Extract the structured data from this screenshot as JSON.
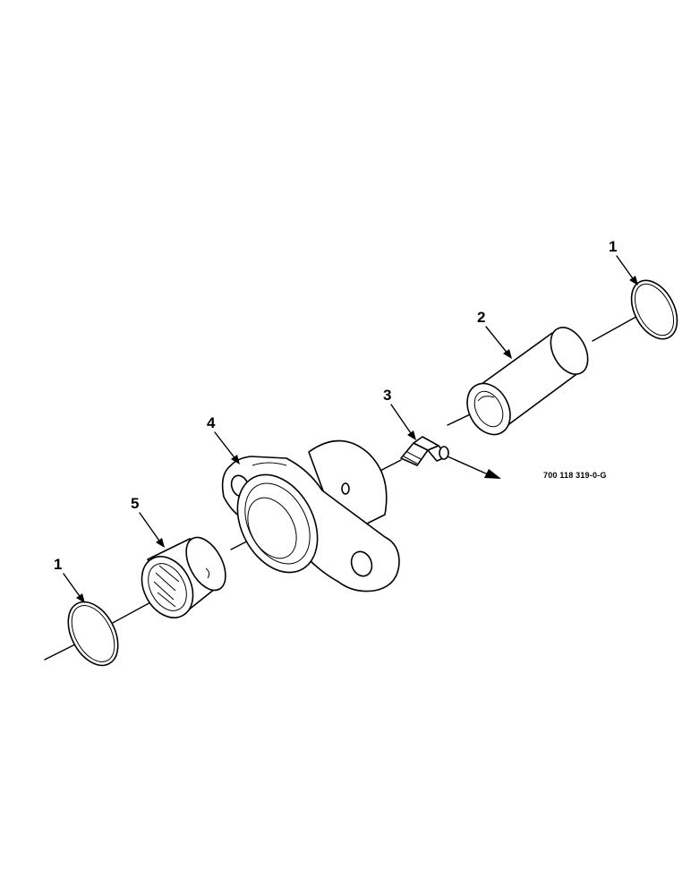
{
  "diagram": {
    "drawing_number": "700 118 319-0-G",
    "callouts": [
      {
        "id": "ring-right",
        "label": "1"
      },
      {
        "id": "bushing",
        "label": "2"
      },
      {
        "id": "grease-fitting",
        "label": "3"
      },
      {
        "id": "flange-housing",
        "label": "4"
      },
      {
        "id": "needle-bearing",
        "label": "5"
      },
      {
        "id": "ring-left",
        "label": "1"
      }
    ]
  }
}
